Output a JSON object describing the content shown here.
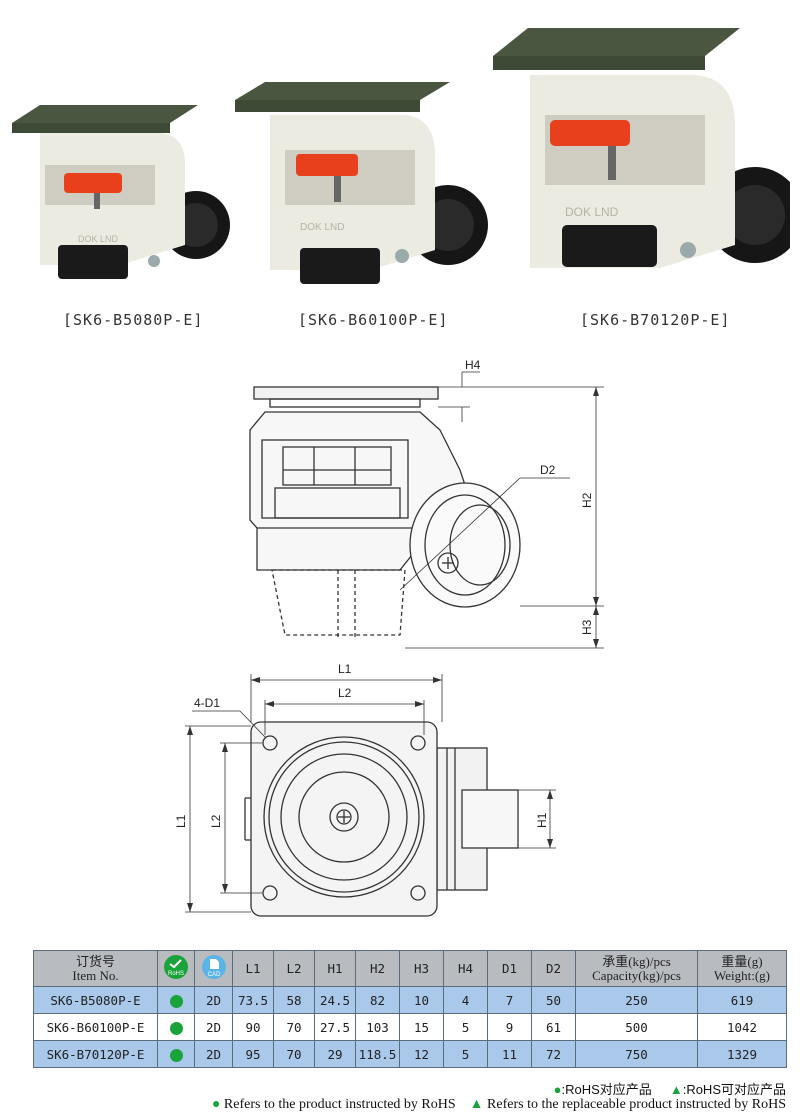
{
  "products": [
    {
      "caption": "[SK6-B5080P-E]"
    },
    {
      "caption": "[SK6-B60100P-E]"
    },
    {
      "caption": "[SK6-B70120P-E]"
    }
  ],
  "brand_mark": "DOK LND",
  "side_drawing": {
    "labels": {
      "h4": "H4",
      "d2": "D2",
      "h2": "H2",
      "h3": "H3"
    }
  },
  "top_drawing": {
    "labels": {
      "l1_top": "L1",
      "l2_top": "L2",
      "d1": "4-D1",
      "l1_side": "L1",
      "l2_side": "L2",
      "h1": "H1"
    }
  },
  "table": {
    "headers": {
      "item_cn": "订货号",
      "item_en": "Item No.",
      "rohs_icon_label": "RoHS",
      "cad_icon_label": "CAD",
      "l1": "L1",
      "l2": "L2",
      "h1": "H1",
      "h2": "H2",
      "h3": "H3",
      "h4": "H4",
      "d1": "D1",
      "d2": "D2",
      "capacity_cn": "承重(kg)/pcs",
      "capacity_en": "Capacity(kg)/pcs",
      "weight_cn": "重量(g)",
      "weight_en": "Weight:(g)"
    },
    "rows": [
      {
        "item": "SK6-B5080P-E",
        "cad": "2D",
        "l1": "73.5",
        "l2": "58",
        "h1": "24.5",
        "h2": "82",
        "h3": "10",
        "h4": "4",
        "d1": "7",
        "d2": "50",
        "capacity": "250",
        "weight": "619"
      },
      {
        "item": "SK6-B60100P-E",
        "cad": "2D",
        "l1": "90",
        "l2": "70",
        "h1": "27.5",
        "h2": "103",
        "h3": "15",
        "h4": "5",
        "d1": "9",
        "d2": "61",
        "capacity": "500",
        "weight": "1042"
      },
      {
        "item": "SK6-B70120P-E",
        "cad": "2D",
        "l1": "95",
        "l2": "70",
        "h1": "29",
        "h2": "118.5",
        "h3": "12",
        "h4": "5",
        "d1": "11",
        "d2": "72",
        "capacity": "750",
        "weight": "1329"
      }
    ]
  },
  "legend": {
    "cn_rohs": ":RoHS对应产品",
    "cn_replaceable": ":RoHS可对应产品",
    "en_rohs": "Refers to the product instructed by RoHS",
    "en_replaceable": "Refers to the replaceable product instructed by RoHS",
    "circle_symbol": "●",
    "triangle_symbol": "▲"
  },
  "colors": {
    "rohs_green": "#1aa33a",
    "row_blue": "#a9c8ea",
    "header_gray": "#b8bcc0",
    "plate_green": "#3d4a35",
    "body_white": "#ecebe2",
    "knob_red": "#e8401c"
  }
}
